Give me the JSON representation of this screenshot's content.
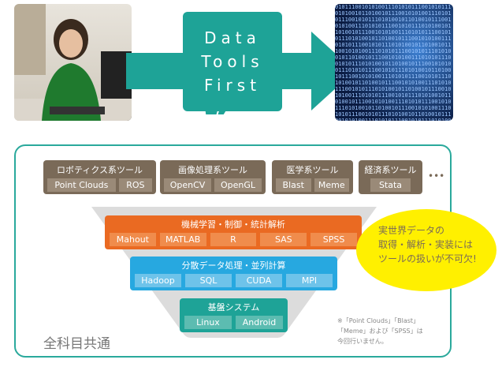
{
  "center_title": [
    "Data",
    "Tools",
    "First"
  ],
  "categories": [
    {
      "label": "ロボティクス系ツール",
      "items": [
        "Point Clouds",
        "ROS"
      ]
    },
    {
      "label": "画像処理系ツール",
      "items": [
        "OpenCV",
        "OpenGL"
      ]
    },
    {
      "label": "医学系ツール",
      "items": [
        "Blast",
        "Meme"
      ]
    },
    {
      "label": "経済系ツール",
      "items": [
        "Stata"
      ]
    }
  ],
  "more": "•••",
  "layers": [
    {
      "label": "機械学習・制御・統計解析",
      "items": [
        "Mahout",
        "MATLAB",
        "R",
        "SAS",
        "SPSS"
      ]
    },
    {
      "label": "分散データ処理・並列計算",
      "items": [
        "Hadoop",
        "SQL",
        "CUDA",
        "MPI"
      ]
    },
    {
      "label": "基盤システム",
      "items": [
        "Linux",
        "Android"
      ]
    }
  ],
  "callout": [
    "実世界データの",
    "取得・解析・実装には",
    "ツールの扱いが不可欠!"
  ],
  "note": [
    "※「Point Clouds」「Blast」",
    "「Meme」および「SPSS」は",
    "今回行いません。"
  ],
  "common_label": "全科目共通",
  "colors": {
    "teal": "#1ea397",
    "orange": "#ea6a22",
    "blue": "#27a8e0",
    "brown": "#7a6a58",
    "yellow": "#fff000"
  }
}
